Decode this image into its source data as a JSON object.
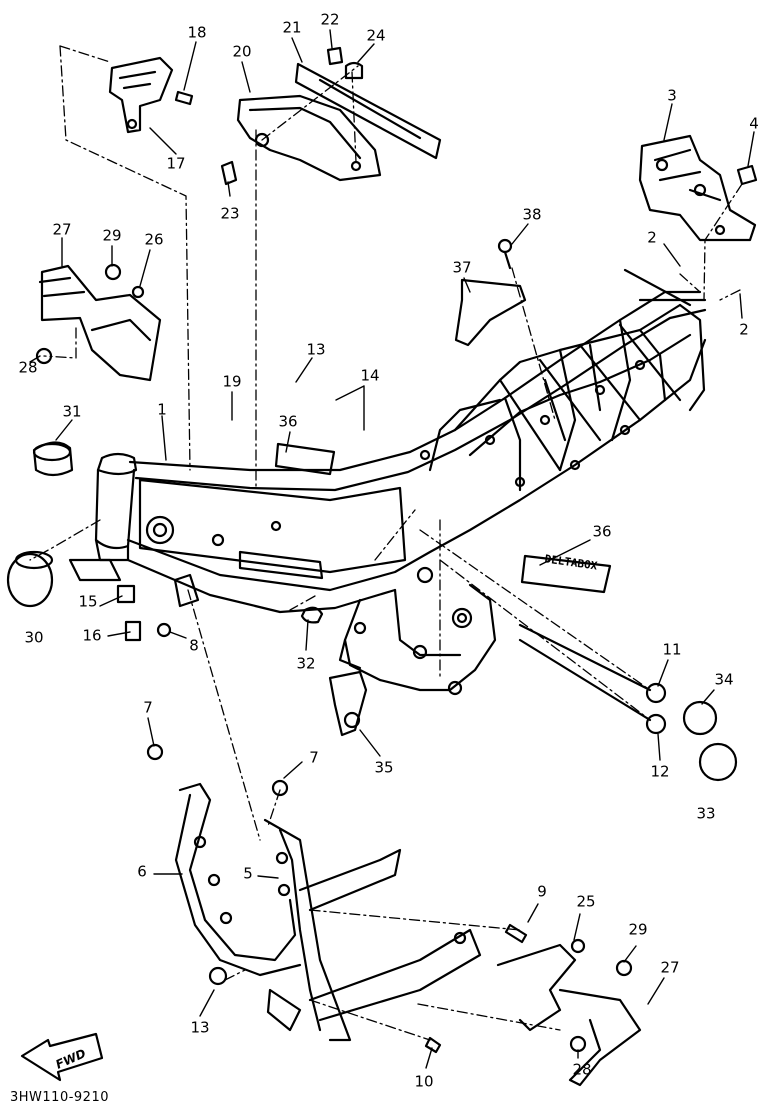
{
  "diagram_code": "3HW110-9210",
  "fwd_badge": "FWD",
  "decal_text": "DELTABOX",
  "callouts": [
    {
      "id": "c18",
      "label": "18"
    },
    {
      "id": "c20",
      "label": "20"
    },
    {
      "id": "c21",
      "label": "21"
    },
    {
      "id": "c22",
      "label": "22"
    },
    {
      "id": "c24",
      "label": "24"
    },
    {
      "id": "c17",
      "label": "17"
    },
    {
      "id": "c3",
      "label": "3"
    },
    {
      "id": "c4",
      "label": "4"
    },
    {
      "id": "c23",
      "label": "23"
    },
    {
      "id": "c38",
      "label": "38"
    },
    {
      "id": "c27a",
      "label": "27"
    },
    {
      "id": "c29a",
      "label": "29"
    },
    {
      "id": "c26",
      "label": "26"
    },
    {
      "id": "c2a",
      "label": "2"
    },
    {
      "id": "c37",
      "label": "37"
    },
    {
      "id": "c2b",
      "label": "2"
    },
    {
      "id": "c28a",
      "label": "28"
    },
    {
      "id": "c13a",
      "label": "13"
    },
    {
      "id": "c14",
      "label": "14"
    },
    {
      "id": "c19",
      "label": "19"
    },
    {
      "id": "c31",
      "label": "31"
    },
    {
      "id": "c1",
      "label": "1"
    },
    {
      "id": "c36a",
      "label": "36"
    },
    {
      "id": "c36b",
      "label": "36"
    },
    {
      "id": "c30",
      "label": "30"
    },
    {
      "id": "c15",
      "label": "15"
    },
    {
      "id": "c16",
      "label": "16"
    },
    {
      "id": "c8",
      "label": "8"
    },
    {
      "id": "c32",
      "label": "32"
    },
    {
      "id": "c11",
      "label": "11"
    },
    {
      "id": "c34",
      "label": "34"
    },
    {
      "id": "c12",
      "label": "12"
    },
    {
      "id": "c35",
      "label": "35"
    },
    {
      "id": "c33",
      "label": "33"
    },
    {
      "id": "c7a",
      "label": "7"
    },
    {
      "id": "c7b",
      "label": "7"
    },
    {
      "id": "c6",
      "label": "6"
    },
    {
      "id": "c5",
      "label": "5"
    },
    {
      "id": "c9",
      "label": "9"
    },
    {
      "id": "c25",
      "label": "25"
    },
    {
      "id": "c29b",
      "label": "29"
    },
    {
      "id": "c27b",
      "label": "27"
    },
    {
      "id": "c13b",
      "label": "13"
    },
    {
      "id": "c10",
      "label": "10"
    },
    {
      "id": "c28b",
      "label": "28"
    }
  ]
}
